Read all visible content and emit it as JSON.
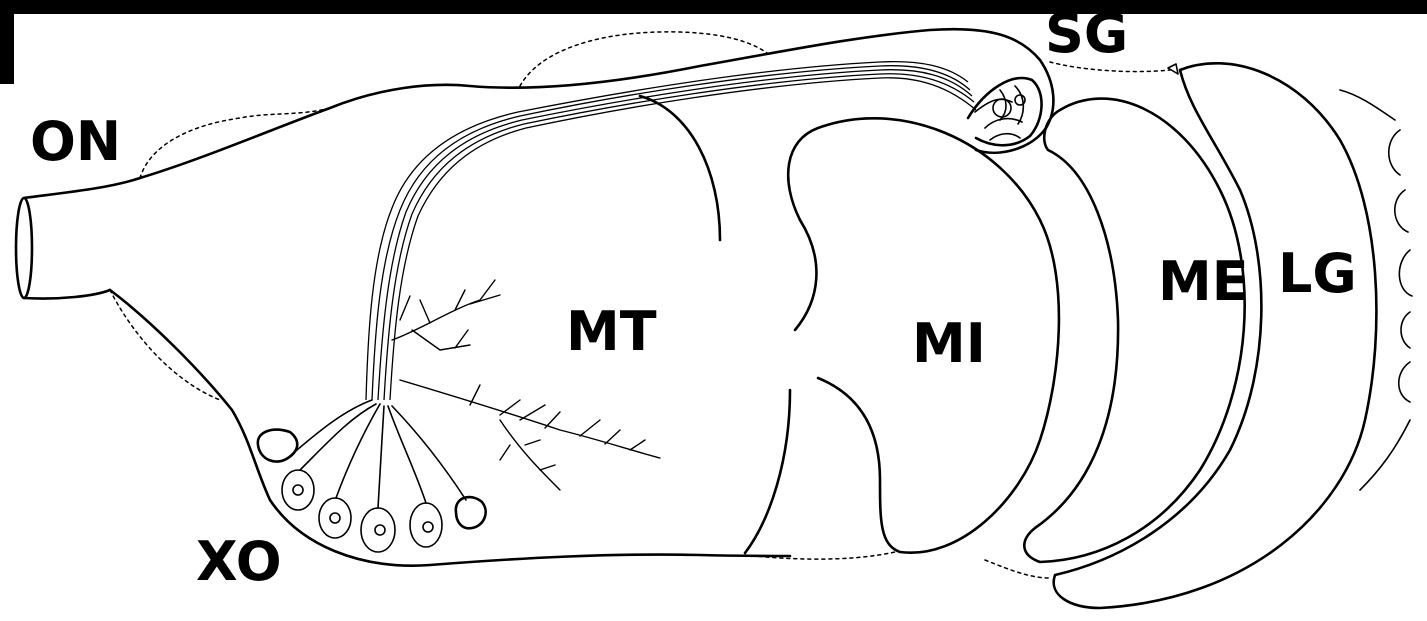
{
  "labels": {
    "optic_nerve": "ON",
    "sinus_gland": "SG",
    "medulla_terminalis": "MT",
    "medulla_interna": "MI",
    "medulla_externa": "ME",
    "lamina_ganglionaris": "LG",
    "x_organ": "XO"
  }
}
